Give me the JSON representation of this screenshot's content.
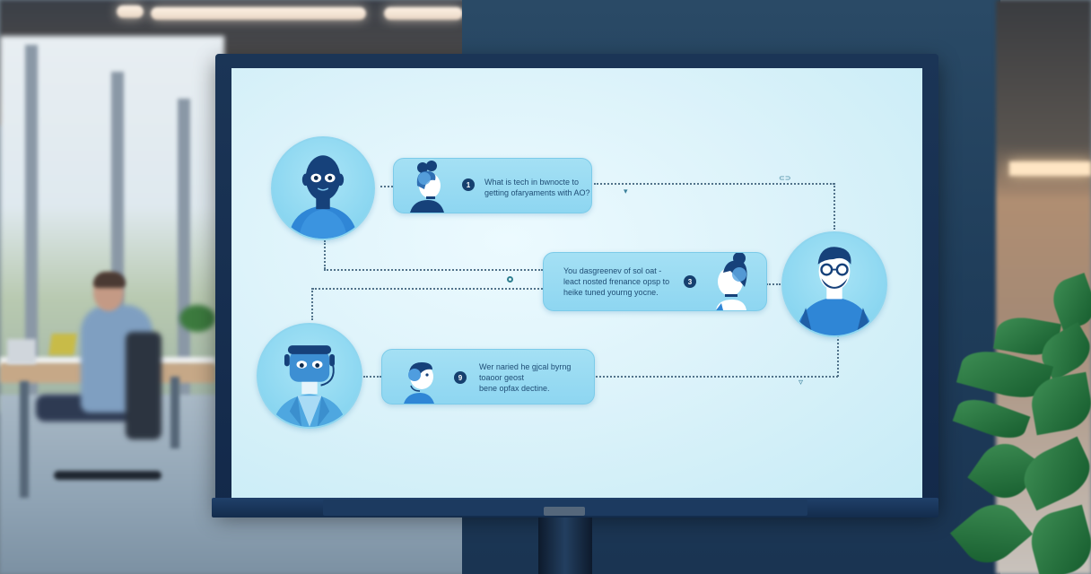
{
  "scene": {
    "description": "Office with large wall-mounted display showing a conversational flow diagram",
    "colors": {
      "screen_bg": "#ddf3fa",
      "bubble_bg": "#9bdcf3",
      "accent_dark": "#16406f",
      "monitor_frame": "#13294a",
      "wall": "#1f3d5a"
    }
  },
  "diagram": {
    "avatars": [
      {
        "name": "bald-man-with-glasses",
        "icon": "person-avatar"
      },
      {
        "name": "agent-with-headset",
        "icon": "headset-agent-avatar"
      },
      {
        "name": "man-with-glasses-and-beard",
        "icon": "person-avatar"
      }
    ],
    "bubbles": [
      {
        "step": "1",
        "text_lines": [
          "What is tech in bwnocte to",
          "getting ofaryaments with AO?"
        ]
      },
      {
        "step": "3",
        "text_lines": [
          "You dasgreenev of sol oat -",
          "leact nosted frenance opsp to",
          "heike tuned yourng yocne."
        ]
      },
      {
        "step": "9",
        "text_lines": [
          "Wer naried he gjcal byrng",
          "toaoor geost",
          "bene opfax dectine."
        ]
      }
    ],
    "markers": [
      "arrow-down-marker",
      "bus-marker",
      "ring-marker",
      "drop-marker"
    ]
  }
}
